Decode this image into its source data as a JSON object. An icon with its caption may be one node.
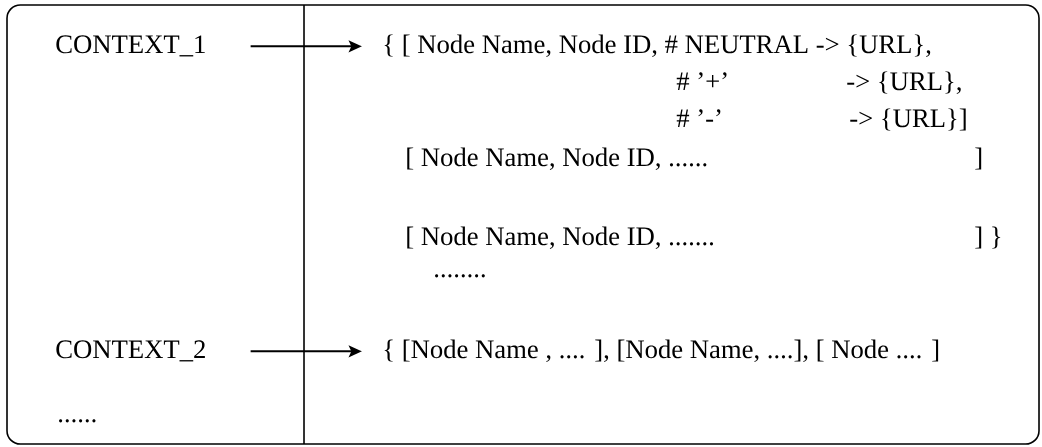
{
  "diagram": {
    "nodes": [
      {
        "text": [
          "CONTEXT_1"
        ]
      },
      {
        "text": [
          "{ [ Node Name, Node ID, # NEUTRAL -> {URL},"
        ]
      },
      {
        "text": [
          "CONTEXT_2"
        ]
      },
      {
        "text": [
          "{ [Node Name , .... ], [Node Name, ....], [ Node .... ]"
        ]
      }
    ],
    "edges": [
      {
        "from": 0,
        "to": 1,
        "arrow": "to"
      },
      {
        "from": 2,
        "to": 3,
        "arrow": "to"
      }
    ],
    "labels": [
      "# ’+’",
      "-> {URL},",
      "# ’-’",
      "-> {URL}]",
      "[ Node Name, Node ID, ......",
      "]",
      "[ Node Name, Node ID, .......",
      "] }",
      "........",
      "......"
    ]
  }
}
